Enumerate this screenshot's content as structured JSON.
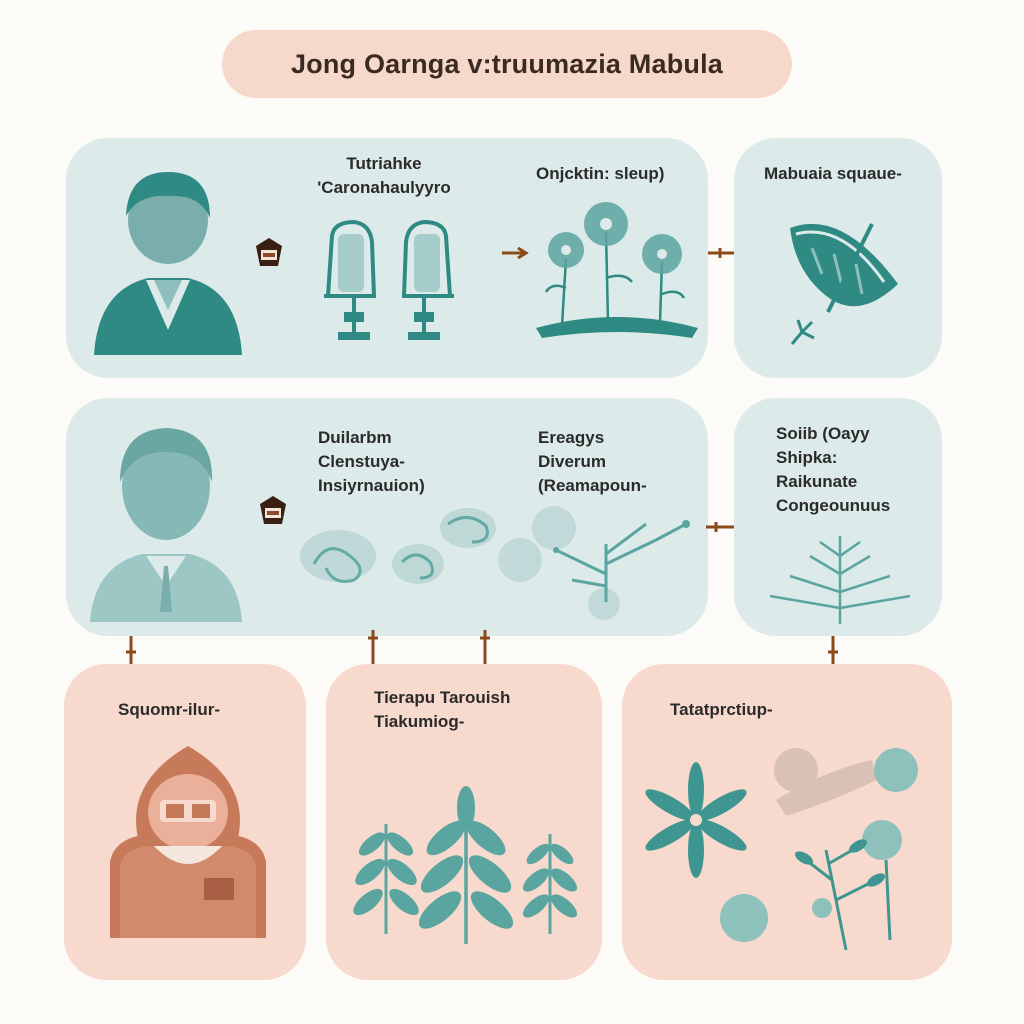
{
  "title": "Jong Oarnga v:truumazia Mabula",
  "row1": {
    "panel1": {
      "label_line1": "Tutriahke",
      "label_line2": "'Caronahaulyyro",
      "label_mid": "Onjcktin: sleup)"
    },
    "panel2": {
      "label": "Mabuaia squaue-"
    }
  },
  "row2": {
    "panel1": {
      "col1": [
        "Duilarbm",
        "Clenstuya-",
        "Insiyrnauion)"
      ],
      "col2": [
        "Ereagys",
        "Diverum",
        "(Reamapoun-"
      ]
    },
    "panel2": {
      "lines": [
        "Soiib (Oayy",
        "Shipka:",
        "Raikunate",
        "Congeounuus"
      ]
    }
  },
  "row3": {
    "panel1": {
      "label": "Squomr-ilur-"
    },
    "panel2": {
      "label_line1": "Tierapu Tarouish",
      "label_line2": "Tiakumiog-"
    },
    "panel3": {
      "label": "Tatatprctiup-"
    }
  },
  "colors": {
    "teal_panel": "#dcebea",
    "peach_panel": "#f7dacd",
    "title_pill": "#f6d9cb",
    "teal_ink": "#2f8a84",
    "teal_soft": "#8fbfbd",
    "brown_connector": "#7a4a2a",
    "rust": "#c77a5a"
  },
  "icons": {
    "person_top": "person-silhouette-icon",
    "person_middle": "person-silhouette-icon",
    "hooded_figure": "hooded-figure-icon",
    "badge": "badge-icon",
    "arch_device": "arch-device-icon",
    "flower_bed": "flower-bed-icon",
    "leaf": "leaf-icon",
    "plant_sprigs": "plant-sprig-icon",
    "flowers": "flower-icon"
  }
}
